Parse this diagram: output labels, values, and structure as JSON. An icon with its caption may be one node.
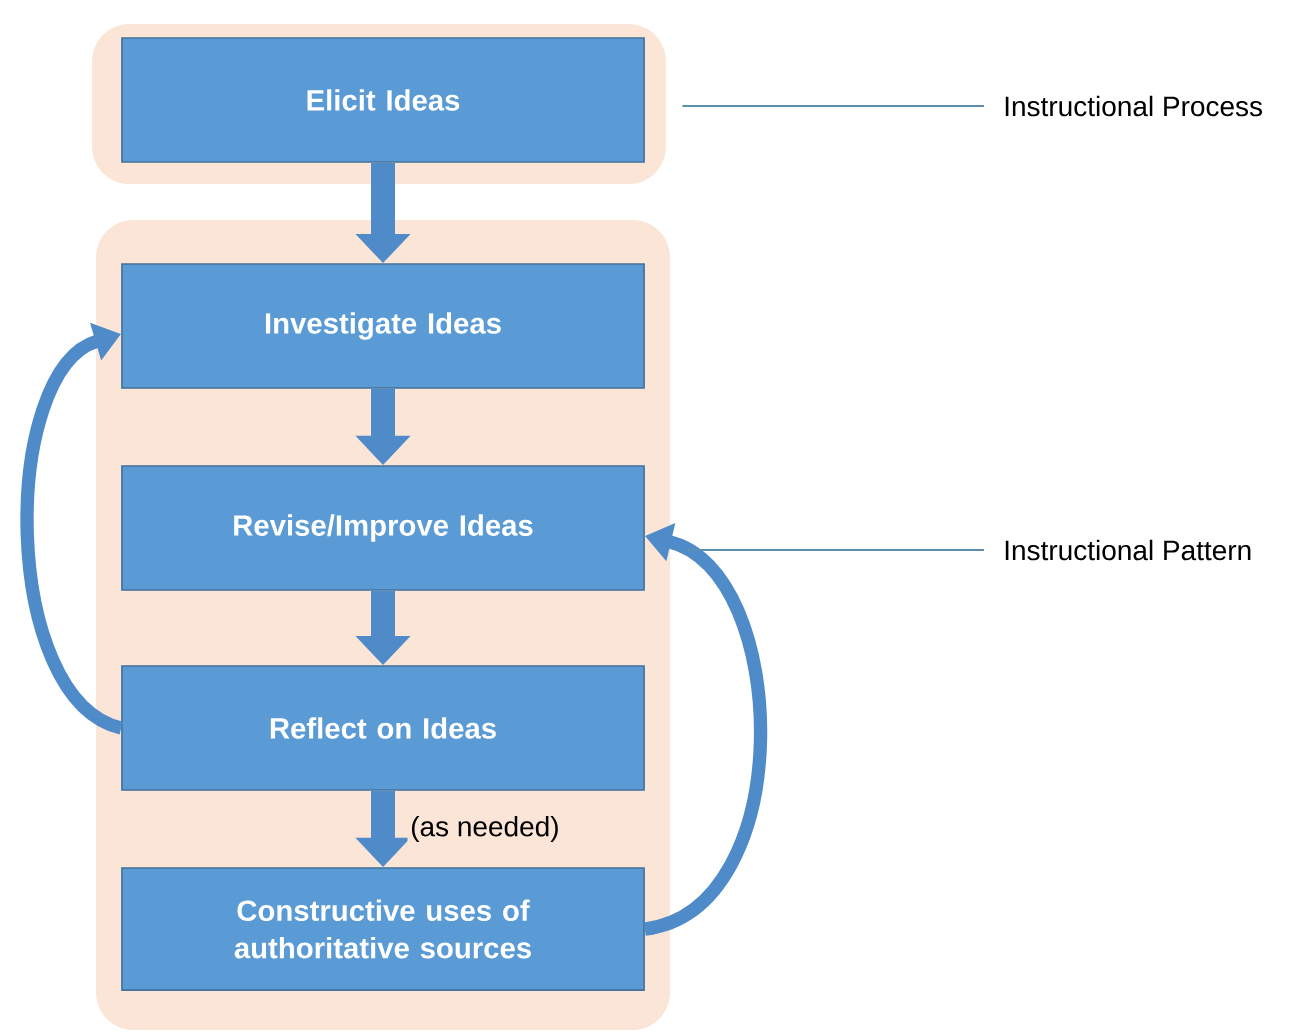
{
  "diagram": {
    "nodes": [
      {
        "text": [],
        "shape": "box"
      },
      {
        "text": [
          "Elicit Ideas"
        ],
        "in": 0
      },
      {
        "text": [],
        "shape": "box"
      },
      {
        "text": [
          "Investigate Ideas"
        ],
        "in": 2
      },
      {
        "text": [
          "Revise/Improve Ideas"
        ],
        "in": 2
      },
      {
        "text": [
          "Reflect on Ideas"
        ],
        "in": 2
      },
      {
        "text": [
          "Constructive uses of authoritative sources"
        ],
        "in": 2
      },
      {
        "text": [
          "Instructional Process"
        ]
      },
      {
        "text": [
          "Instructional Pattern"
        ]
      }
    ],
    "edges": [
      {
        "from": 1,
        "to": 3,
        "arrow": "to",
        "style": "thick"
      },
      {
        "from": 3,
        "to": 4,
        "arrow": "to",
        "style": "thick"
      },
      {
        "from": 4,
        "to": 5,
        "arrow": "to",
        "style": "thick"
      },
      {
        "from": 5,
        "to": 6,
        "arrow": "to",
        "label": "(as needed)",
        "style": "thick"
      },
      {
        "from": 5,
        "to": 3,
        "arrow": "to"
      },
      {
        "from": 6,
        "to": 4,
        "arrow": "to"
      },
      {
        "from": 7,
        "to": 0,
        "arrow": "none",
        "color": "#5b8fb0"
      },
      {
        "from": 8,
        "to": 2,
        "arrow": "none",
        "color": "#5b8fb0"
      }
    ]
  }
}
